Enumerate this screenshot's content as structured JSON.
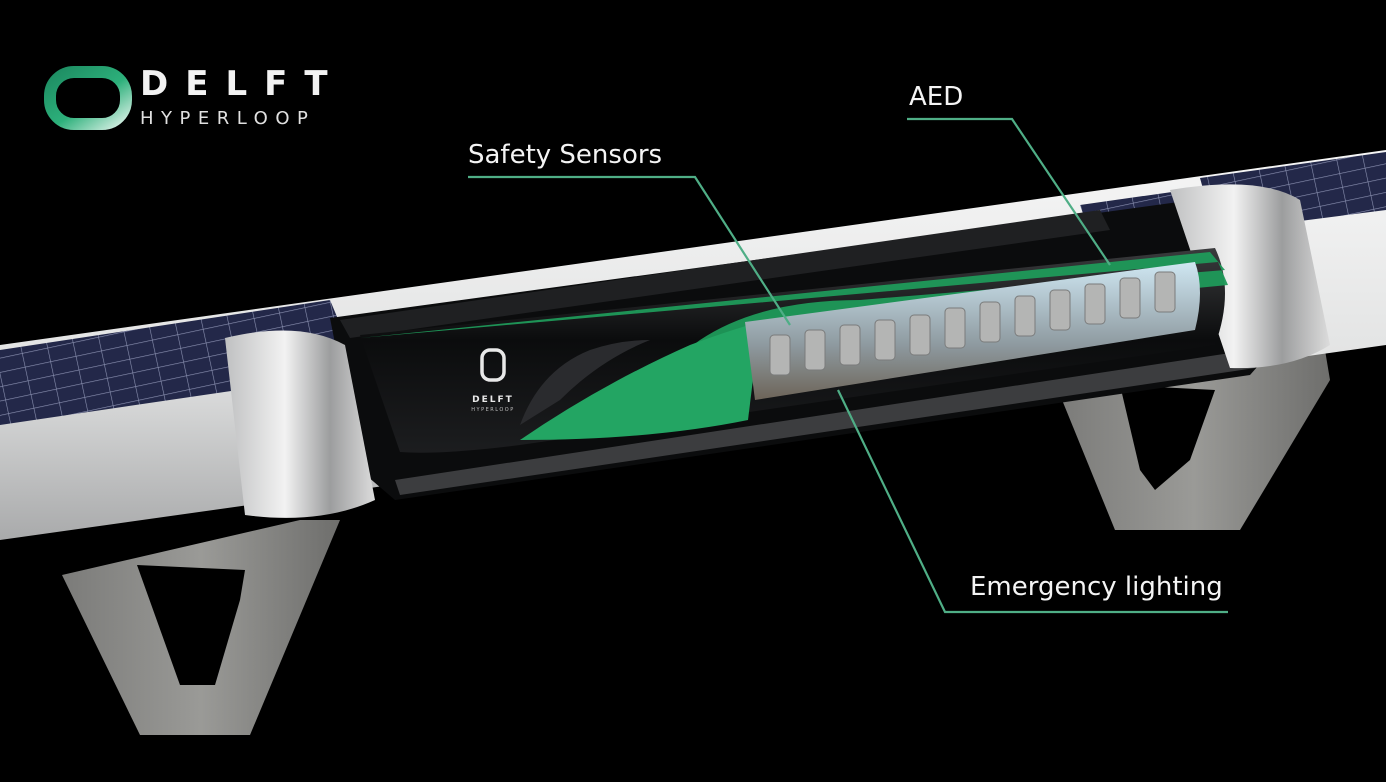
{
  "brand": {
    "name_main": "DELFT",
    "name_sub": "HYPERLOOP",
    "logo_icon": "delft-hyperloop-ring-icon",
    "accent_color": "#2ea36b"
  },
  "pod_branding": {
    "name_main": "DELFT",
    "name_sub": "HYPERLOOP"
  },
  "callouts": [
    {
      "id": "safety-sensors",
      "label": "Safety Sensors"
    },
    {
      "id": "aed",
      "label": "AED"
    },
    {
      "id": "emergency-lighting",
      "label": "Emergency lighting"
    }
  ],
  "colors": {
    "background": "#000000",
    "leader_line": "#4fae86",
    "pod_green": "#1f9a5a",
    "tube_white": "#e9eaea",
    "solar_panel": "#23284a",
    "pillar_concrete": "#8a8a88"
  }
}
